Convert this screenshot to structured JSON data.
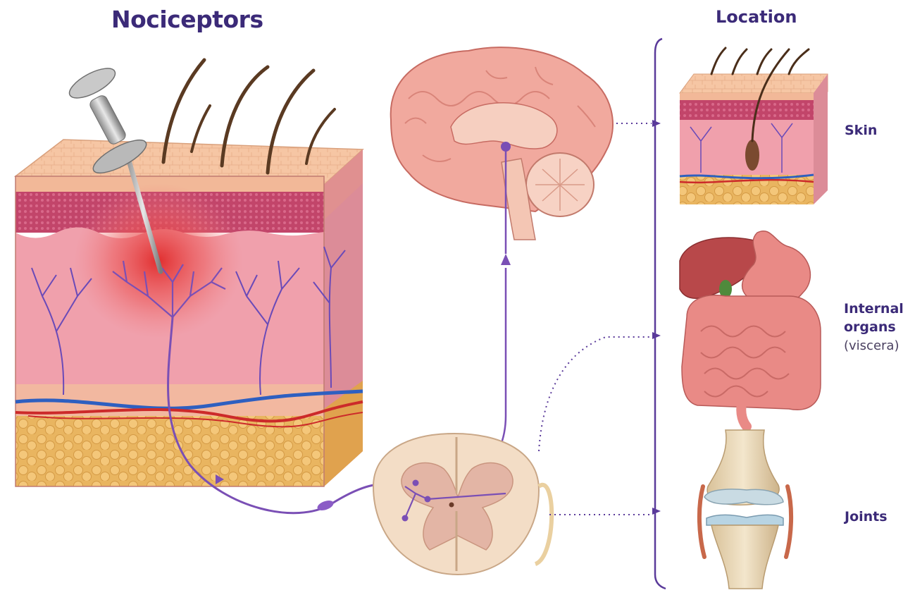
{
  "diagram": {
    "title": "Nociceptors",
    "location_heading": "Location",
    "locations": [
      {
        "key": "skin",
        "label": "Skin",
        "sublabel": ""
      },
      {
        "key": "internal",
        "label": "Internal organs",
        "sublabel": "(viscera)"
      },
      {
        "key": "joints",
        "label": "Joints",
        "sublabel": ""
      }
    ]
  },
  "colors": {
    "title_purple": "#3b2a78",
    "nerve_purple": "#7a4fb5",
    "skin_pink": "#e8a0a8",
    "fat_yellow": "#f0c070",
    "epidermis": "#f5c4a0",
    "injury_red": "#e03030"
  },
  "icons": [
    "pushpin-icon",
    "brain-icon",
    "spinal-cord-icon",
    "skin-block-icon",
    "organs-icon",
    "knee-joint-icon"
  ]
}
